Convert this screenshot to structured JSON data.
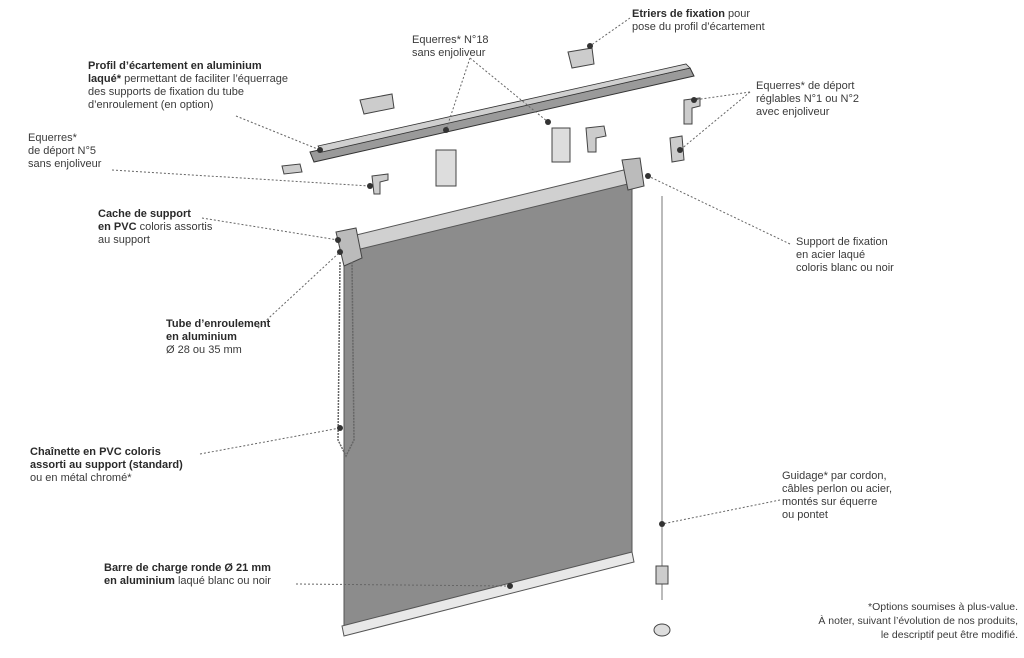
{
  "labels": {
    "etriers": {
      "bold": "Etriers de fixation",
      "l1": " pour",
      "l2": "pose du profil d’écartement"
    },
    "equerres18": {
      "l1": "Equerres* N°18",
      "l2": "sans enjoliveur"
    },
    "profil": {
      "b1": "Profil d’écartement en aluminium",
      "b2": "laqué*",
      "t2": " permettant de faciliter l’équerrage",
      "l3": "des supports de fixation du tube",
      "l4": "d’enroulement (en option)"
    },
    "equerres_deport": {
      "l1": "Equerres* de déport",
      "l2": "réglables N°1 ou N°2",
      "l3": "avec enjoliveur"
    },
    "equerres5": {
      "l1": "Equerres*",
      "l2": "de déport N°5",
      "l3": "sans enjoliveur"
    },
    "cache": {
      "b1": "Cache de support",
      "b2": "en PVC",
      "t2": " coloris assortis",
      "l3": "au support"
    },
    "support": {
      "l1": "Support de fixation",
      "l2": "en acier laqué",
      "l3": "coloris blanc ou noir"
    },
    "tube": {
      "b1": "Tube d’enroulement",
      "b2": "en aluminium",
      "l3": "Ø 28 ou 35 mm"
    },
    "chainette": {
      "b1": "Chaînette en PVC coloris",
      "b2": "assorti au support (standard)",
      "l3": "ou en métal chromé*"
    },
    "guidage": {
      "l1": "Guidage* par cordon,",
      "l2": "câbles perlon ou acier,",
      "l3": "montés sur équerre",
      "l4": "ou pontet"
    },
    "barre": {
      "b1": "Barre de charge ronde Ø 21 mm",
      "b2": "en aluminium",
      "t2": " laqué blanc ou noir"
    }
  },
  "footnote": {
    "l1": "*Options soumises à plus-value.",
    "l2": "À noter, suivant l’évolution de nos produits,",
    "l3": "le descriptif peut être modifié."
  },
  "colors": {
    "fabric": "#8c8c8c",
    "line": "#444444",
    "dot": "#333333"
  }
}
